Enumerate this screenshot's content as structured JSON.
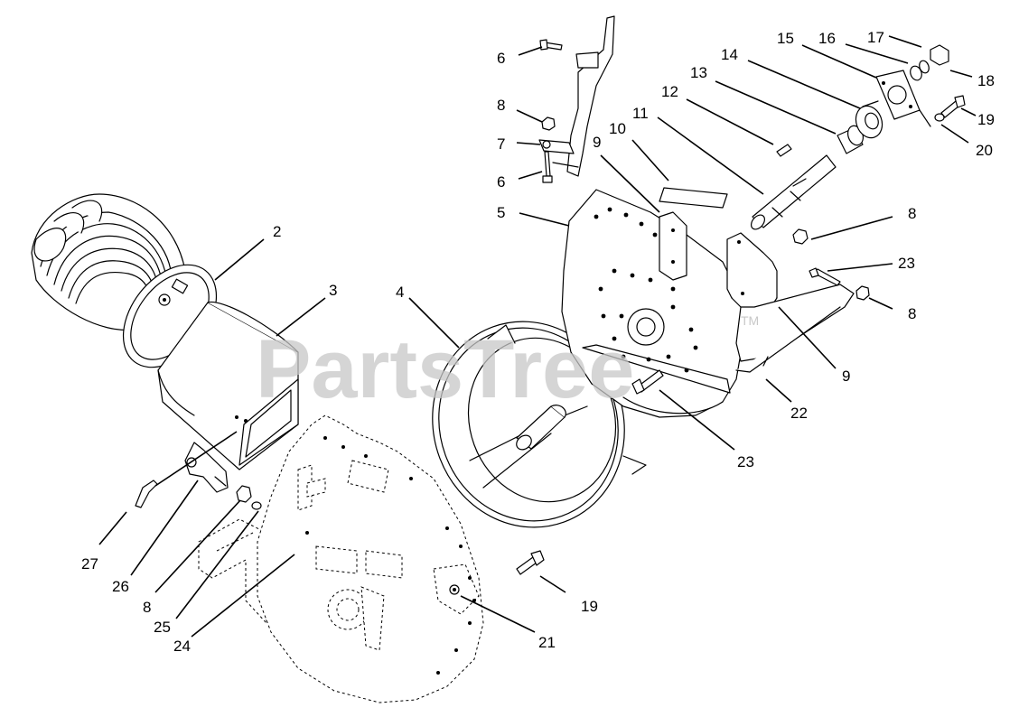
{
  "watermark": {
    "text": "PartsTree",
    "tm": "TM"
  },
  "callouts": [
    {
      "id": "c2",
      "label": "2"
    },
    {
      "id": "c3",
      "label": "3"
    },
    {
      "id": "c4",
      "label": "4"
    },
    {
      "id": "c5",
      "label": "5"
    },
    {
      "id": "c6a",
      "label": "6"
    },
    {
      "id": "c6b",
      "label": "6"
    },
    {
      "id": "c7",
      "label": "7"
    },
    {
      "id": "c8a",
      "label": "8"
    },
    {
      "id": "c8b",
      "label": "8"
    },
    {
      "id": "c8c",
      "label": "8"
    },
    {
      "id": "c8d",
      "label": "8"
    },
    {
      "id": "c9a",
      "label": "9"
    },
    {
      "id": "c9b",
      "label": "9"
    },
    {
      "id": "c10",
      "label": "10"
    },
    {
      "id": "c11",
      "label": "11"
    },
    {
      "id": "c12",
      "label": "12"
    },
    {
      "id": "c13",
      "label": "13"
    },
    {
      "id": "c14",
      "label": "14"
    },
    {
      "id": "c15",
      "label": "15"
    },
    {
      "id": "c16",
      "label": "16"
    },
    {
      "id": "c17",
      "label": "17"
    },
    {
      "id": "c18",
      "label": "18"
    },
    {
      "id": "c19a",
      "label": "19"
    },
    {
      "id": "c19b",
      "label": "19"
    },
    {
      "id": "c20",
      "label": "20"
    },
    {
      "id": "c21",
      "label": "21"
    },
    {
      "id": "c22",
      "label": "22"
    },
    {
      "id": "c23a",
      "label": "23"
    },
    {
      "id": "c23b",
      "label": "23"
    },
    {
      "id": "c24",
      "label": "24"
    },
    {
      "id": "c25",
      "label": "25"
    },
    {
      "id": "c26",
      "label": "26"
    },
    {
      "id": "c27",
      "label": "27"
    }
  ]
}
